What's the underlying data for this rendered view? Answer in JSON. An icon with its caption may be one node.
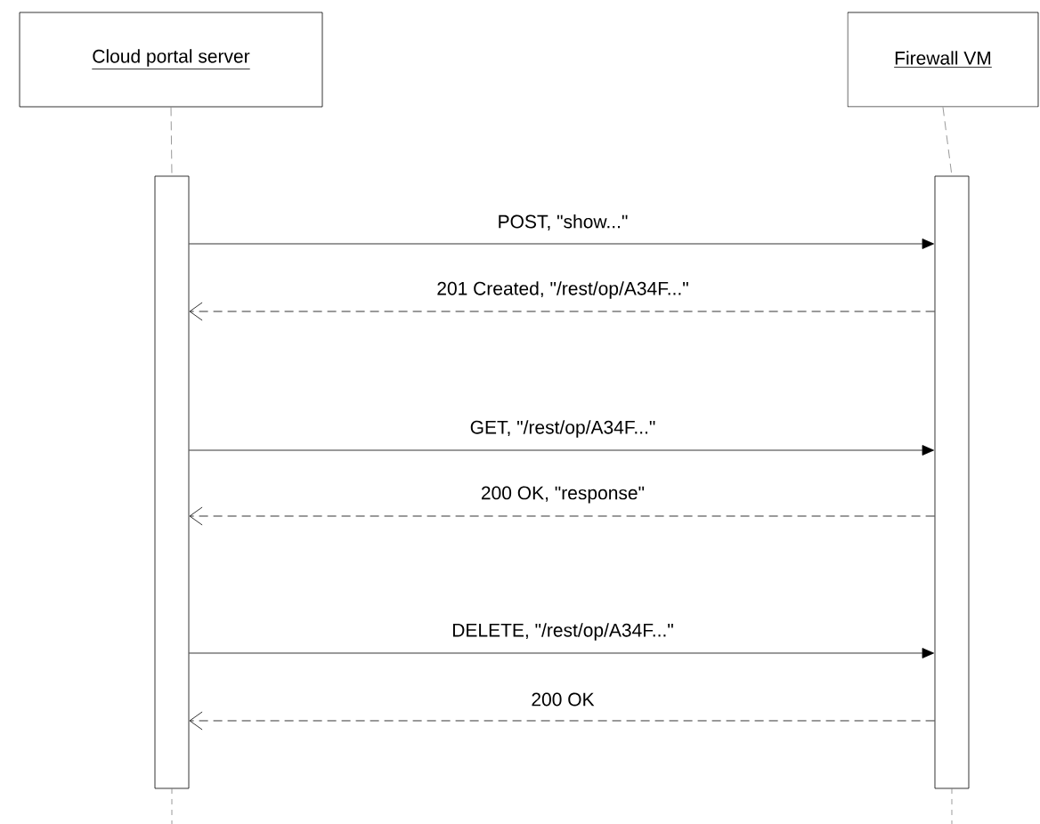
{
  "diagram": {
    "nodes": [
      {
        "text": [
          "Cloud portal server"
        ]
      },
      {
        "text": [
          "Firewall VM"
        ]
      },
      {
        "text": [],
        "shape": "bar"
      },
      {
        "text": [],
        "shape": "bar"
      }
    ],
    "edges": [
      {
        "from": 0,
        "to": 2,
        "arrow": "none",
        "style": "dashed",
        "color": "#7f7f7f"
      },
      {
        "from": 1,
        "to": 3,
        "arrow": "none",
        "style": "dashed",
        "color": "#7f7f7f"
      },
      {
        "from": 2,
        "to": 3,
        "arrow": "to",
        "label": "POST, \"show...\""
      },
      {
        "from": 3,
        "to": 2,
        "arrow": "to",
        "style": "dashed",
        "label": "201 Created, \"/rest/op/A34F...\""
      },
      {
        "from": 2,
        "to": 3,
        "arrow": "to",
        "label": "GET, \"/rest/op/A34F...\""
      },
      {
        "from": 3,
        "to": 2,
        "arrow": "to",
        "style": "dashed",
        "label": "200 OK, \"response\""
      },
      {
        "from": 2,
        "to": 3,
        "arrow": "to",
        "label": "DELETE, \"/rest/op/A34F...\""
      },
      {
        "from": 3,
        "to": 2,
        "arrow": "to",
        "style": "dashed",
        "label": "200 OK"
      }
    ]
  }
}
